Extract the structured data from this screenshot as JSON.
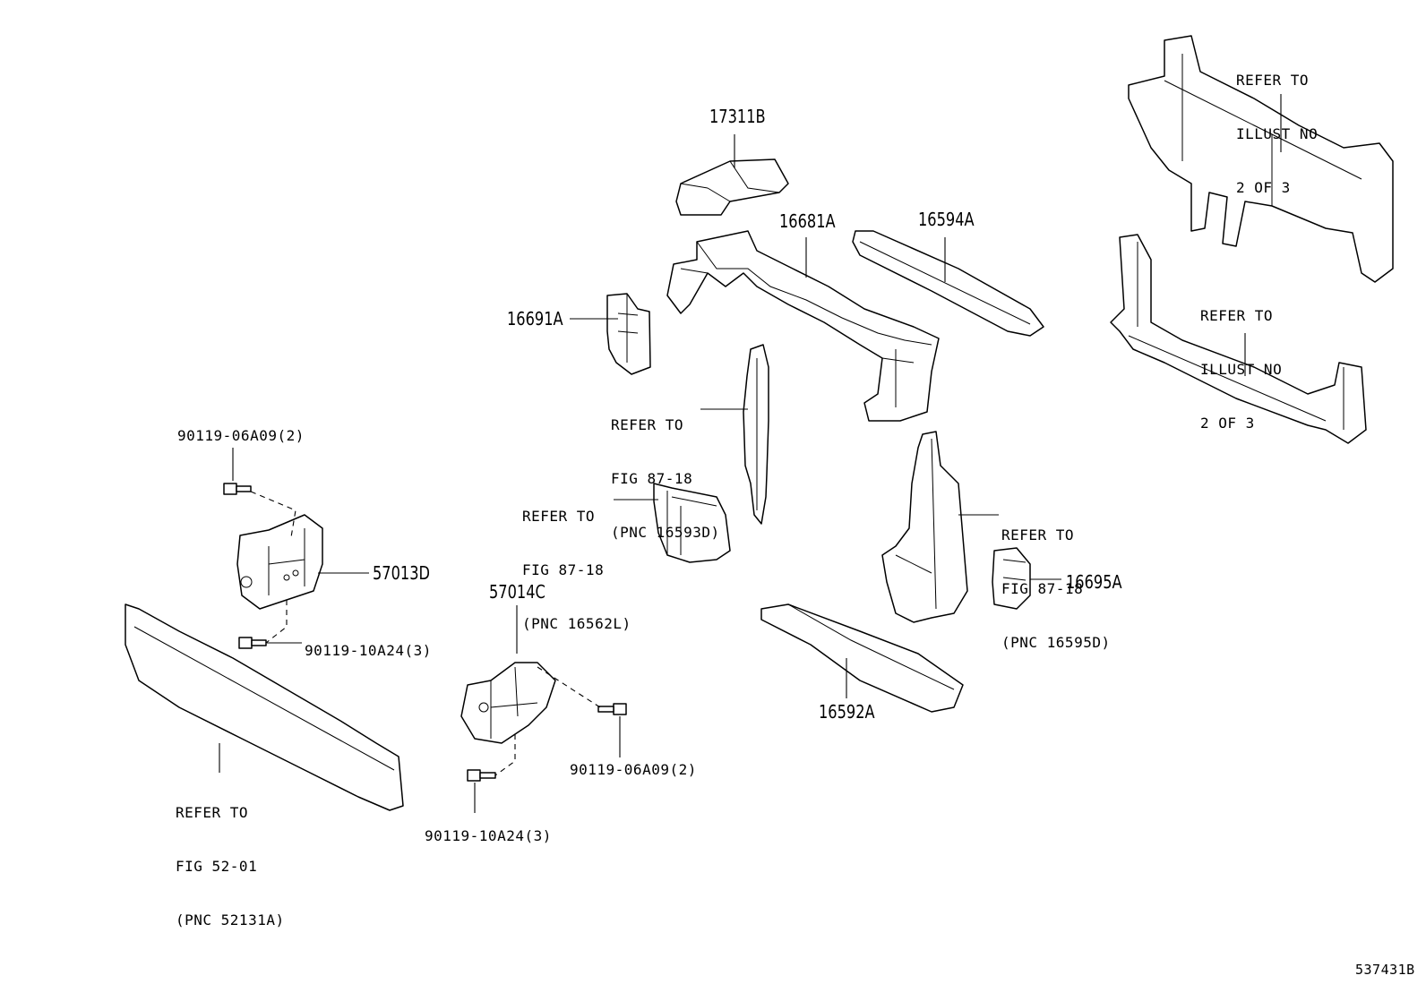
{
  "diagram": {
    "drawing_number": "537431B",
    "labels": {
      "p17311B": "17311B",
      "p16681A": "16681A",
      "p16594A": "16594A",
      "p16691A": "16691A",
      "p57013D": "57013D",
      "p57014C": "57014C",
      "p16592A": "16592A",
      "p16695A": "16695A",
      "bolt_06A09_left": "90119-06A09(2)",
      "bolt_10A24_left": "90119-10A24(3)",
      "bolt_06A09_right": "90119-06A09(2)",
      "bolt_10A24_right": "90119-10A24(3)"
    },
    "refer_top_right": [
      "REFER TO",
      "ILLUST NO",
      "2 OF 3"
    ],
    "refer_mid_right": [
      "REFER TO",
      "ILLUST NO",
      "2 OF 3"
    ],
    "refer_16593D": [
      "REFER TO",
      "FIG 87-18",
      "(PNC 16593D)"
    ],
    "refer_16562L": [
      "REFER TO",
      "FIG 87-18",
      "(PNC 16562L)"
    ],
    "refer_16595D": [
      "REFER TO",
      "FIG 87-18",
      "(PNC 16595D)"
    ],
    "refer_52131A": [
      "REFER TO",
      "FIG 52-01",
      "(PNC 52131A)"
    ]
  }
}
